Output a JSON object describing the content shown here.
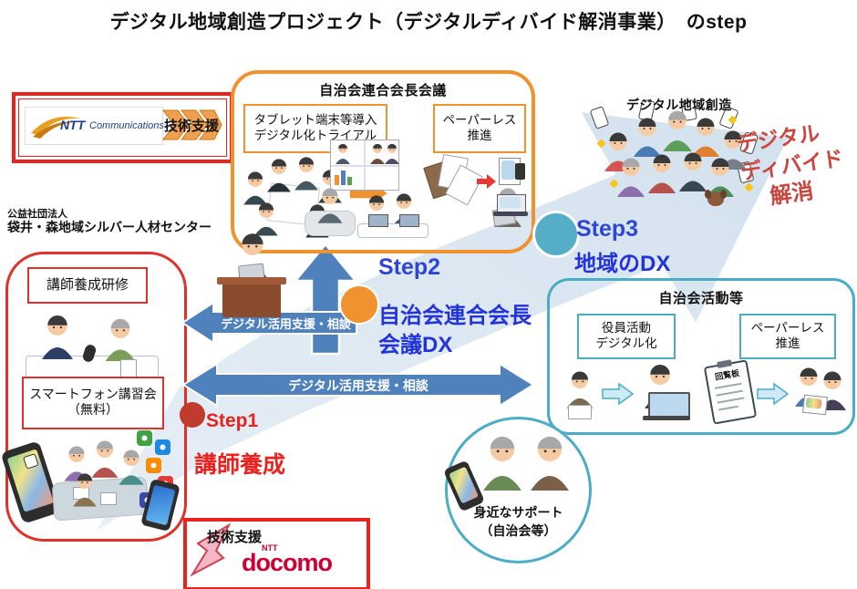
{
  "title": "デジタル地域創造プロジェクト（デジタルディバイド解消事業）　のstep",
  "ntt": {
    "logo_main": "NTT",
    "logo_sub": "Communications",
    "support_label": "技術支援"
  },
  "silver": {
    "org_type": "公益社団法人",
    "org_name": "袋井・森地域シルバー人材センター",
    "training_label": "講師養成研修",
    "class_line1": "スマートフォン講習会",
    "class_line2": "（無料）"
  },
  "council": {
    "title": "自治会連合会長会議",
    "tablet_line1": "タブレット端末等導入",
    "tablet_line2": "デジタル化トライアル",
    "paperless_line1": "ペーパーレス",
    "paperless_line2": "推進"
  },
  "creation_label": "デジタル地域創造",
  "divide": {
    "line1": "デジタル",
    "line2": "ディバイド",
    "line3": "解消"
  },
  "activity": {
    "title": "自治会活動等",
    "officer_line1": "役員活動",
    "officer_line2": "デジタル化",
    "paperless_line1": "ペーパーレス",
    "paperless_line2": "推進",
    "clipboard_label": "回覧板"
  },
  "steps": {
    "step1": {
      "name": "Step1",
      "desc": "講師養成"
    },
    "step2": {
      "name": "Step2",
      "desc_line1": "自治会連合会長",
      "desc_line2": "会議DX"
    },
    "step3": {
      "name": "Step3",
      "desc": "地域のDX"
    }
  },
  "arrows": {
    "support_left": "デジタル活用支援・相談",
    "support_double": "デジタル活用支援・相談"
  },
  "support_circle": {
    "line1": "身近なサポート",
    "line2": "（自治会等）"
  },
  "docomo": {
    "support_label": "技術支援",
    "logo_sub": "NTT",
    "logo_main": "docomo"
  },
  "colors": {
    "red_border": "#e8231f",
    "orange": "#f0922d",
    "blue_arrow": "#4f81bd",
    "pale_arrow": "#dce7f1",
    "teal": "#4bacc6",
    "step_text_blue": "#2a3bd0",
    "step1_red": "#d93025",
    "divide_red": "#c9463f",
    "docomo_red": "#cc0033",
    "ntt_blue": "#1b3f8f"
  }
}
